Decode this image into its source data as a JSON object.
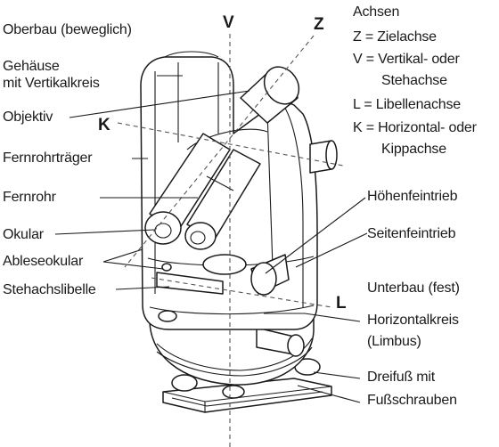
{
  "labels": {
    "oberbau": "Oberbau (beweglich)",
    "gehaeuse_1": "Gehäuse",
    "gehaeuse_2": "mit Vertikalkreis",
    "objektiv": "Objektiv",
    "fernrohrtraeger": "Fernrohrträger",
    "fernrohr": "Fernrohr",
    "okular": "Okular",
    "ableseokular": "Ableseokular",
    "stehachslibelle": "Stehachslibelle",
    "hoehenfeintrieb": "Höhenfeintrieb",
    "seitenfeintrieb": "Seitenfeintrieb",
    "unterbau": "Unterbau (fest)",
    "horizontalkreis_1": "Horizontalkreis",
    "horizontalkreis_2": "(Limbus)",
    "dreifuss_1": "Dreifuß mit",
    "dreifuss_2": "Fußschrauben"
  },
  "axes": {
    "title": "Achsen",
    "z": "Z = Zielachse",
    "v_1": "V = Vertikal- oder",
    "v_2": "Stehachse",
    "l": "L = Libellenachse",
    "k_1": "K = Horizontal- oder",
    "k_2": "Kippachse"
  },
  "axis_letters": {
    "v": "V",
    "z": "Z",
    "k": "K",
    "l": "L"
  }
}
